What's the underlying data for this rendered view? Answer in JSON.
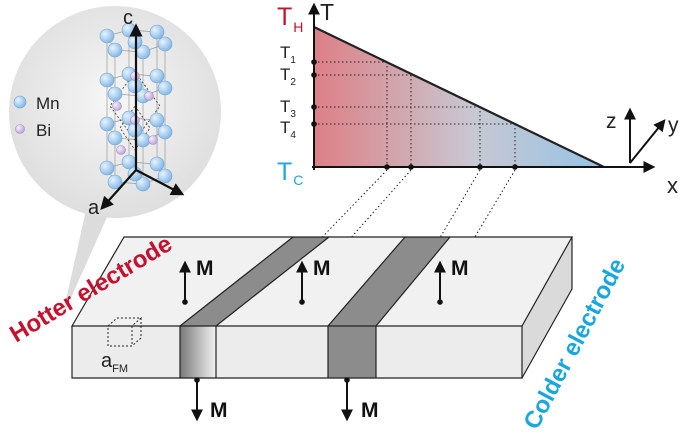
{
  "crystal": {
    "axis_c": "c",
    "axis_a": "a",
    "legend": [
      {
        "label": "Mn",
        "color": "#9fc9ef"
      },
      {
        "label": "Bi",
        "color": "#d9cbe8"
      }
    ]
  },
  "graph": {
    "y_axis": "T",
    "x_axis": "x",
    "t_high": {
      "main": "T",
      "sub": "H"
    },
    "t_cold": {
      "main": "T",
      "sub": "C"
    },
    "levels": [
      {
        "main": "T",
        "sub": "1"
      },
      {
        "main": "T",
        "sub": "2"
      },
      {
        "main": "T",
        "sub": "3"
      },
      {
        "main": "T",
        "sub": "4"
      }
    ],
    "colors": {
      "hot": "#e3101e",
      "cold": "#21a6df"
    }
  },
  "axes3d": {
    "z": "z",
    "y": "y"
  },
  "labels": {
    "hotter_electrode": "Hotter electrode",
    "colder_electrode": "Colder electrode",
    "magnetization": "M",
    "lattice_param": {
      "main": "a",
      "sub": "FM"
    }
  },
  "colors": {
    "hot_text": "#c8102e",
    "cold_text": "#1aa7e0"
  }
}
